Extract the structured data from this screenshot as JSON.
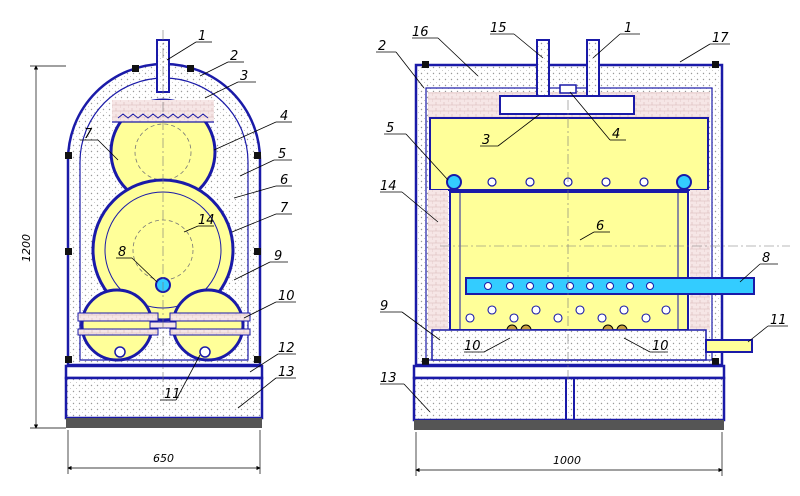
{
  "drawing": {
    "front_view": {
      "callouts": [
        "1",
        "2",
        "3",
        "4",
        "5",
        "6",
        "7",
        "7",
        "8",
        "9",
        "10",
        "11",
        "12",
        "13",
        "14"
      ],
      "dim_height": "1200",
      "dim_width": "650"
    },
    "side_view": {
      "callouts": [
        "15",
        "1",
        "16",
        "17",
        "2",
        "3",
        "4",
        "5",
        "14",
        "6",
        "8",
        "9",
        "10",
        "10",
        "11",
        "13"
      ],
      "dim_width": "1000"
    }
  },
  "colors": {
    "outline": "#1a1aa8",
    "water": "#ffff99",
    "pipe": "#33ccff",
    "insulation": "#e8e8e8",
    "brick": "#f4e0e0",
    "floor": "#555555"
  }
}
